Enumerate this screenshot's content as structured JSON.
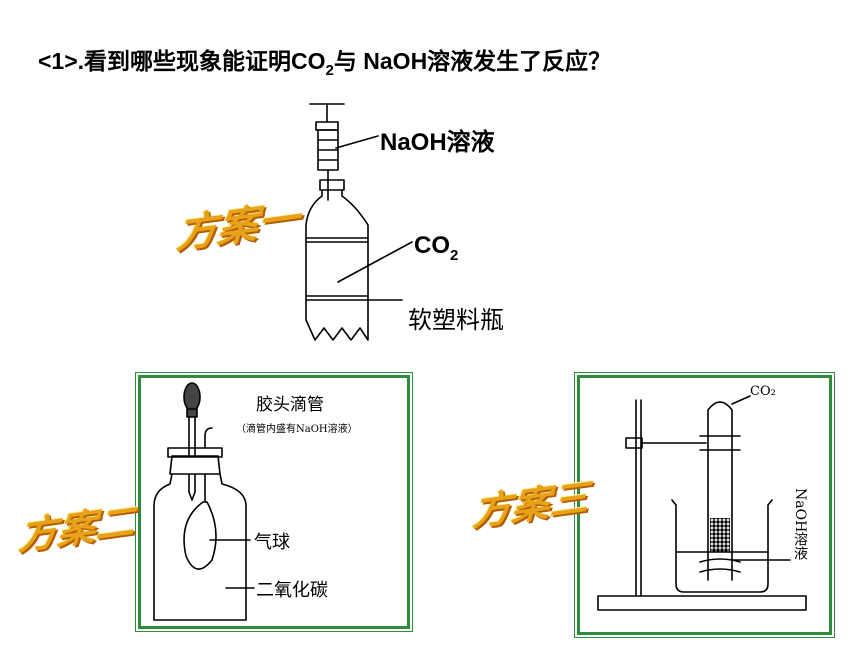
{
  "question": {
    "prefix": "<1>.看到哪些现象能证明CO",
    "sub": "2",
    "suffix": "与 NaOH溶液发生了反应？"
  },
  "plan1": {
    "title": "方案一",
    "label_naoh": "NaOH溶液",
    "label_co2_main": "CO",
    "label_co2_sub": "2",
    "label_bottle": "软塑料瓶"
  },
  "plan2": {
    "title": "方案二",
    "label_dropper": "胶头滴管",
    "label_dropper_note": "（滴管内盛有NaOH溶液）",
    "label_balloon": "气球",
    "label_gas": "二氧化碳"
  },
  "plan3": {
    "title": "方案三",
    "label_co2": "CO₂",
    "label_solution": "NaOH溶液"
  },
  "colors": {
    "frame_green": "#2e8b3a",
    "title_gold": "#e8a21a",
    "title_shadow": "#b35c00"
  }
}
